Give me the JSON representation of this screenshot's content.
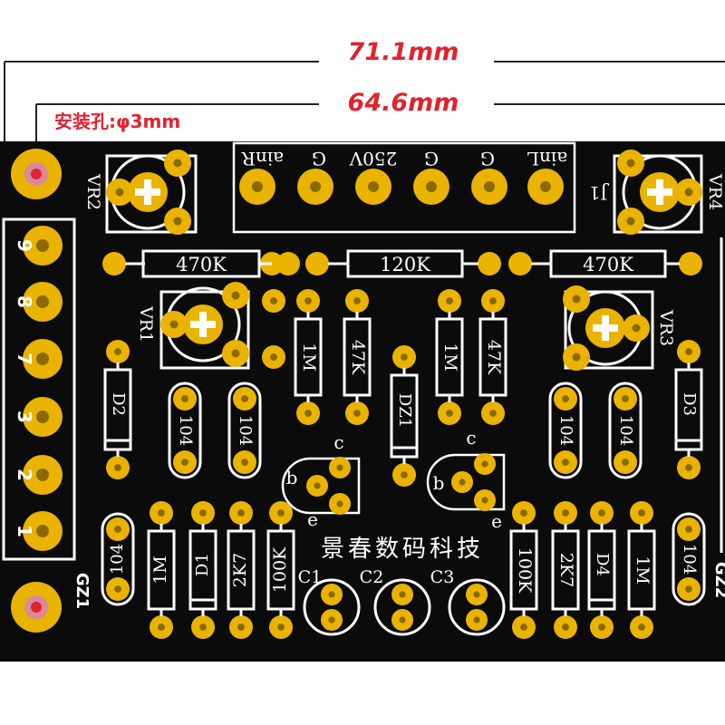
{
  "dimensions": {
    "outer_width": "71.1mm",
    "inner_width": "64.6mm",
    "mount_hole": "安装孔:φ3mm"
  },
  "connector_j1": {
    "ref": "J1",
    "pins": [
      "ainR",
      "G",
      "250V",
      "G",
      "G",
      "ainL"
    ]
  },
  "connector_left": {
    "ref": "GZ1",
    "pins": [
      "9",
      "8",
      "7",
      "3",
      "2",
      "1"
    ]
  },
  "connector_right": {
    "ref": "GZ2"
  },
  "potentiometers": [
    "VR1",
    "VR2",
    "VR3",
    "VR4"
  ],
  "top_resistors": [
    "470K",
    "120K",
    "470K"
  ],
  "middle_components": [
    "1M",
    "47K",
    "DZ1",
    "1M",
    "47K"
  ],
  "diodes": [
    "D2",
    "D3",
    "D1",
    "D4"
  ],
  "capacitors_104": [
    "104",
    "104",
    "104",
    "104",
    "104",
    "104"
  ],
  "bottom_left": [
    "1M",
    "D1",
    "2K7",
    "100K"
  ],
  "bottom_right": [
    "100K",
    "2K7",
    "D4",
    "1M"
  ],
  "transistor_pins": [
    "b",
    "c",
    "e",
    "b",
    "c",
    "e"
  ],
  "electrolytics": [
    "C1",
    "C2",
    "C3"
  ],
  "brand": "景春数码科技",
  "colors": {
    "board": "#0b0b0b",
    "pad": "#e9b300",
    "pad_edge": "#c28f00",
    "hole": "#8a6a00",
    "silk": "#ffffff",
    "dim": "#e0232e",
    "line": "#222222"
  }
}
